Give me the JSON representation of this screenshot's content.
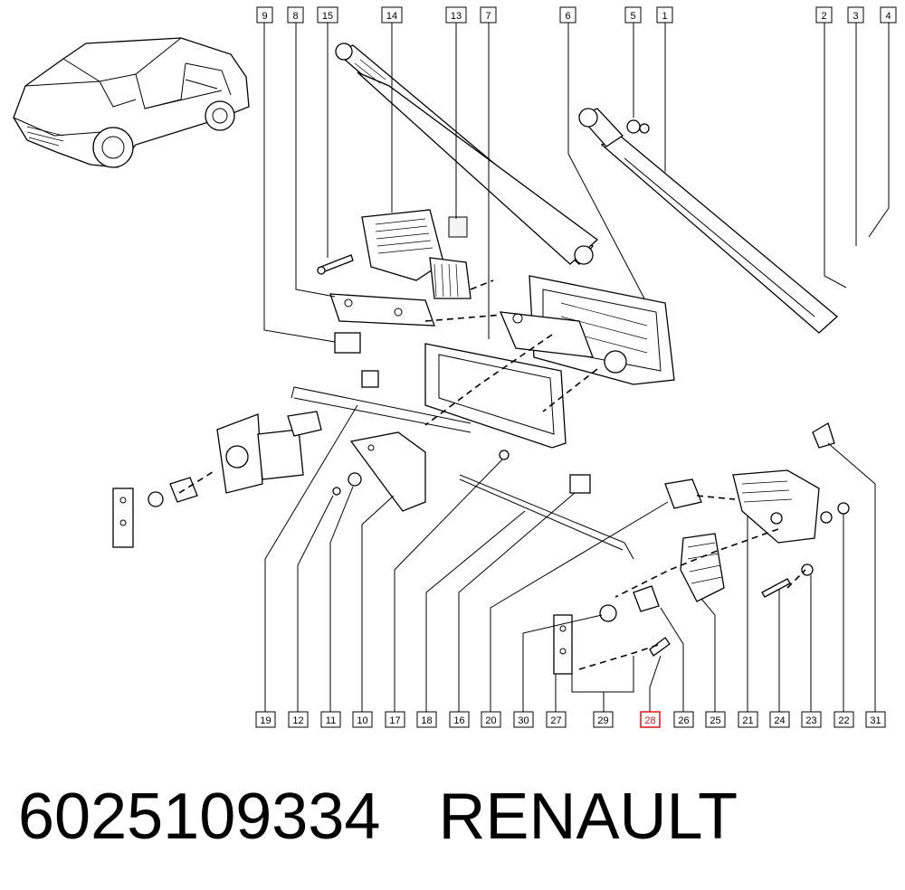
{
  "top_callouts": [
    "9",
    "8",
    "15",
    "14",
    "13",
    "7",
    "6",
    "5",
    "1",
    "2",
    "3",
    "4"
  ],
  "bottom_callouts": [
    "19",
    "12",
    "11",
    "10",
    "17",
    "18",
    "16",
    "20",
    "30",
    "27",
    "29",
    "28",
    "26",
    "25",
    "21",
    "24",
    "23",
    "22",
    "31"
  ],
  "highlighted_callout": "28",
  "highlight_color": "#e0202a",
  "footer": {
    "part_number": "6025109334",
    "brand": "RENAULT"
  }
}
